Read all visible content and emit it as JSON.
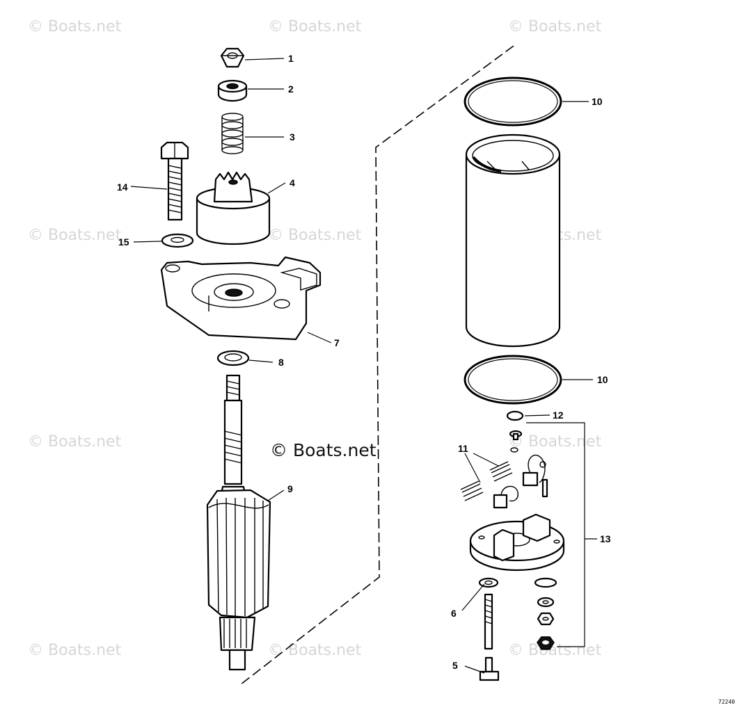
{
  "watermark": "© Boats.net",
  "watermark_center": "© Boats.net",
  "figure_number": "72240",
  "callouts": {
    "c1": "1",
    "c2": "2",
    "c3": "3",
    "c4": "4",
    "c5": "5",
    "c6": "6",
    "c7": "7",
    "c8": "8",
    "c9": "9",
    "c10a": "10",
    "c10b": "10",
    "c11": "11",
    "c12": "12",
    "c13": "13",
    "c14": "14",
    "c15": "15"
  }
}
